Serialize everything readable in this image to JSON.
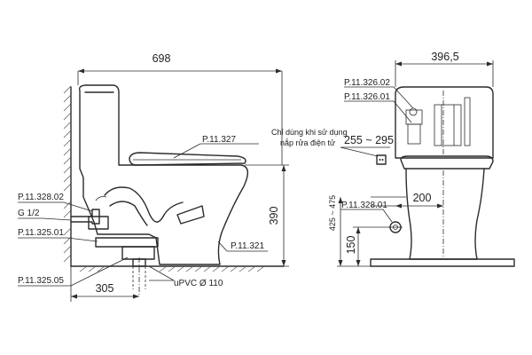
{
  "drawing": {
    "side_view": {
      "overall_length": "698",
      "rough_in": "305",
      "height": "390",
      "labels": {
        "seat": "P.11.327",
        "body": "P.11.321",
        "inlet_valve": "P.11.328.02",
        "inlet_thread": "G 1/2",
        "drain_connector": "P.11.325.01",
        "drain_pipe": "P.11.325.05",
        "upvc": "uPVC Ø 110"
      }
    },
    "front_view": {
      "overall_width": "396,5",
      "socket_range": "255 ~ 295",
      "supply_offset": "200",
      "supply_height": "150",
      "supply_range": "425 ~ 475",
      "labels": {
        "flush_valve": "P.11.326.02",
        "fill_valve": "P.11.326.01",
        "angle_valve": "P.11.328.01",
        "note_line1": "Chỉ dùng khi sử dụng",
        "note_line2": "nắp rửa điện tử"
      }
    }
  }
}
